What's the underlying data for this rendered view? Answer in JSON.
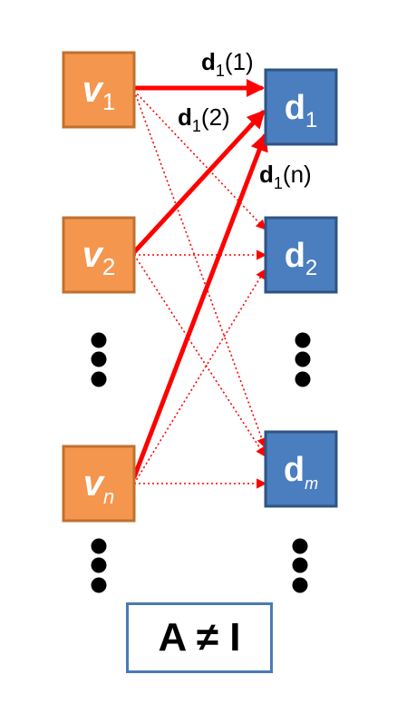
{
  "colors": {
    "source_fill": "#f4964e",
    "source_stroke": "#c0702e",
    "target_fill": "#4a7ebf",
    "target_stroke": "#2e5484",
    "edge": "#ff0000",
    "formula_border": "#4a7ab5"
  },
  "sources": [
    {
      "letter": "v",
      "sub": "1"
    },
    {
      "letter": "v",
      "sub": "2"
    },
    {
      "letter": "v",
      "sub": "n"
    }
  ],
  "targets": [
    {
      "letter": "d",
      "sub": "1"
    },
    {
      "letter": "d",
      "sub": "2"
    },
    {
      "letter": "d",
      "sub": "m"
    }
  ],
  "edge_labels": [
    {
      "letter": "d",
      "sub": "1",
      "arg": "(1)"
    },
    {
      "letter": "d",
      "sub": "1",
      "arg": "(2)"
    },
    {
      "letter": "d",
      "sub": "1",
      "arg": "(n)"
    }
  ],
  "formula": "A ≠ I"
}
